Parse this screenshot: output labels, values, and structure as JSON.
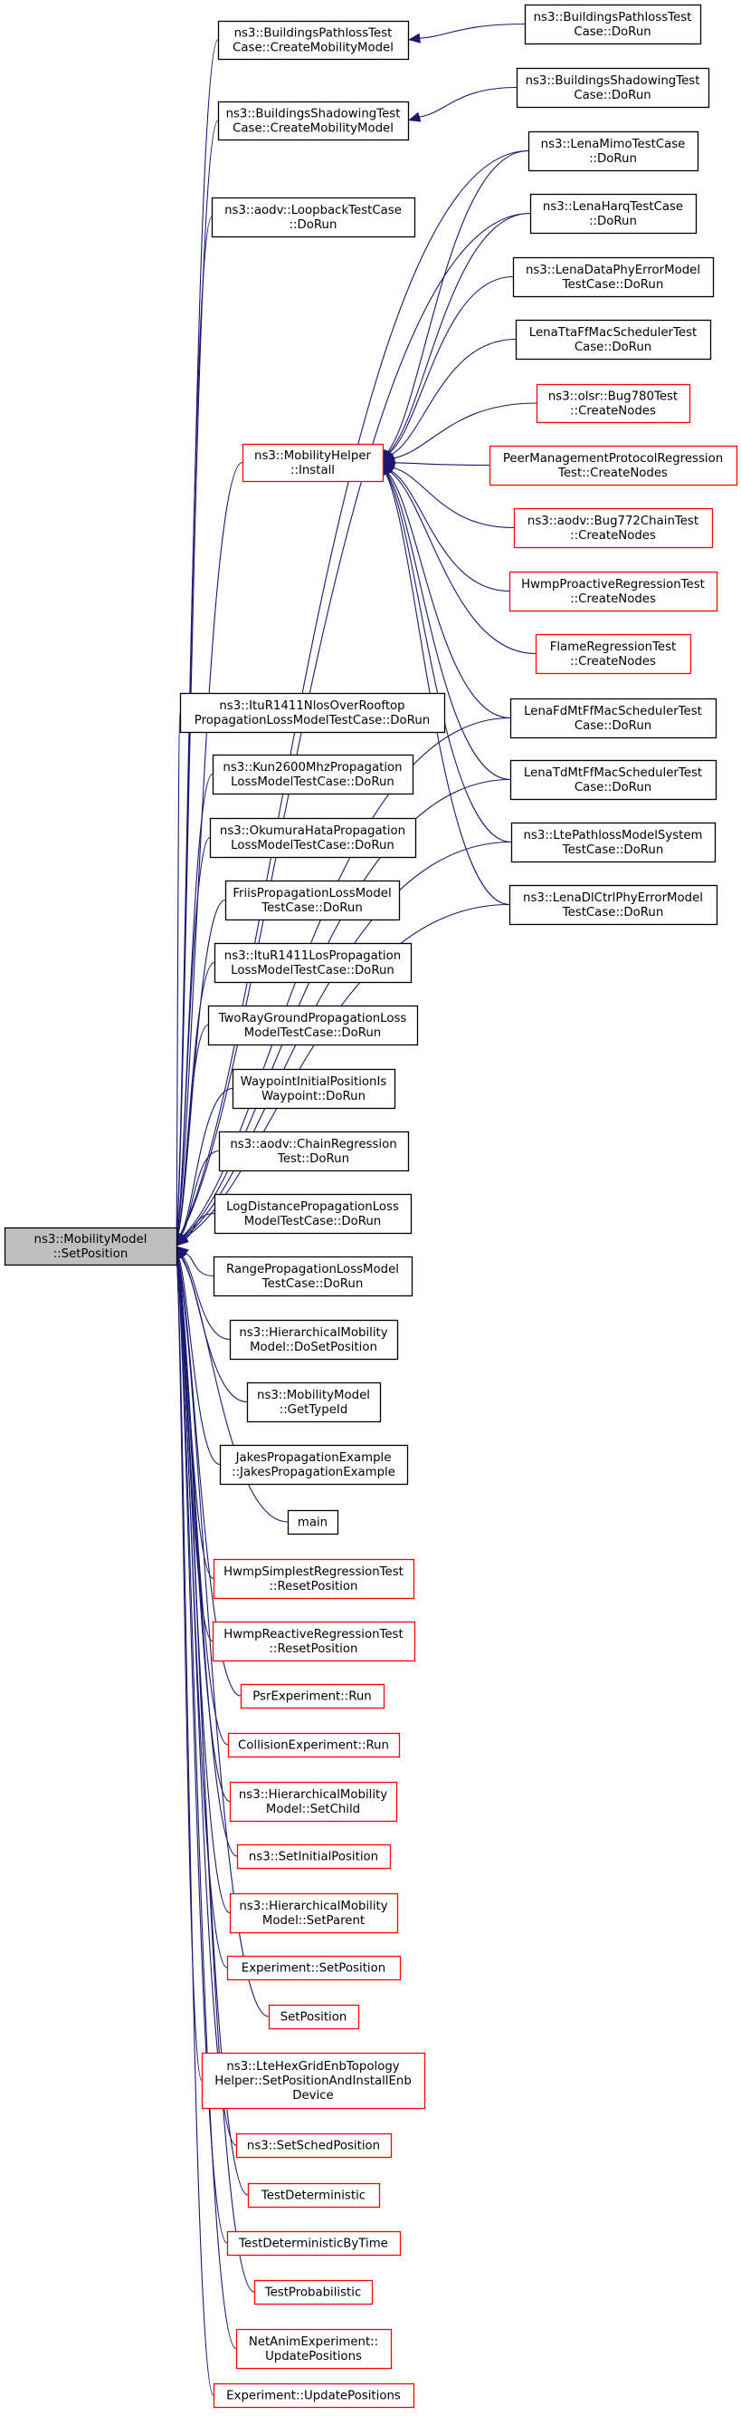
{
  "colors": {
    "edge": "#191970",
    "border_black": "#000000",
    "border_red": "#ff0000",
    "text": "#000000",
    "focus_fill": "#bfbfbf",
    "fill": "#ffffff"
  },
  "nodes": {
    "root": {
      "lines": [
        "ns3::MobilityModel",
        "::SetPosition"
      ],
      "style": "focus"
    },
    "helper": {
      "lines": [
        "ns3::MobilityHelper",
        "::Install"
      ],
      "style": "red"
    },
    "bpc": {
      "lines": [
        "ns3::BuildingsPathlossTest",
        "Case::CreateMobilityModel"
      ],
      "style": "black"
    },
    "bsc": {
      "lines": [
        "ns3::BuildingsShadowingTest",
        "Case::CreateMobilityModel"
      ],
      "style": "black"
    },
    "bpd": {
      "lines": [
        "ns3::BuildingsPathlossTest",
        "Case::DoRun"
      ],
      "style": "black"
    },
    "bsd": {
      "lines": [
        "ns3::BuildingsShadowingTest",
        "Case::DoRun"
      ],
      "style": "black"
    },
    "loop": {
      "lines": [
        "ns3::aodv::LoopbackTestCase",
        "::DoRun"
      ],
      "style": "black"
    },
    "mimo": {
      "lines": [
        "ns3::LenaMimoTestCase",
        "::DoRun"
      ],
      "style": "black"
    },
    "harq": {
      "lines": [
        "ns3::LenaHarqTestCase",
        "::DoRun"
      ],
      "style": "black"
    },
    "dataphy": {
      "lines": [
        "ns3::LenaDataPhyErrorModel",
        "TestCase::DoRun"
      ],
      "style": "black"
    },
    "tta": {
      "lines": [
        "LenaTtaFfMacSchedulerTest",
        "Case::DoRun"
      ],
      "style": "black"
    },
    "olsr": {
      "lines": [
        "ns3::olsr::Bug780Test",
        "::CreateNodes"
      ],
      "style": "red"
    },
    "peer": {
      "lines": [
        "PeerManagementProtocolRegression",
        "Test::CreateNodes"
      ],
      "style": "red"
    },
    "bug772": {
      "lines": [
        "ns3::aodv::Bug772ChainTest",
        "::CreateNodes"
      ],
      "style": "red"
    },
    "hwmpp": {
      "lines": [
        "HwmpProactiveRegressionTest",
        "::CreateNodes"
      ],
      "style": "red"
    },
    "flame": {
      "lines": [
        "FlameRegressionTest",
        "::CreateNodes"
      ],
      "style": "red"
    },
    "fdmt": {
      "lines": [
        "LenaFdMtFfMacSchedulerTest",
        "Case::DoRun"
      ],
      "style": "black"
    },
    "tdmt": {
      "lines": [
        "LenaTdMtFfMacSchedulerTest",
        "Case::DoRun"
      ],
      "style": "black"
    },
    "ltepath": {
      "lines": [
        "ns3::LtePathlossModelSystem",
        "TestCase::DoRun"
      ],
      "style": "black"
    },
    "dlctrl": {
      "lines": [
        "ns3::LenaDlCtrlPhyErrorModel",
        "TestCase::DoRun"
      ],
      "style": "black"
    },
    "itunlos": {
      "lines": [
        "ns3::ItuR1411NlosOverRooftop",
        "PropagationLossModelTestCase::DoRun"
      ],
      "style": "black"
    },
    "kun": {
      "lines": [
        "ns3::Kun2600MhzPropagation",
        "LossModelTestCase::DoRun"
      ],
      "style": "black"
    },
    "okumura": {
      "lines": [
        "ns3::OkumuraHataPropagation",
        "LossModelTestCase::DoRun"
      ],
      "style": "black"
    },
    "friis": {
      "lines": [
        "FriisPropagationLossModel",
        "TestCase::DoRun"
      ],
      "style": "black"
    },
    "itulos": {
      "lines": [
        "ns3::ItuR1411LosPropagation",
        "LossModelTestCase::DoRun"
      ],
      "style": "black"
    },
    "tworay": {
      "lines": [
        "TwoRayGroundPropagationLoss",
        "ModelTestCase::DoRun"
      ],
      "style": "black"
    },
    "waypoint": {
      "lines": [
        "WaypointInitialPositionIs",
        "Waypoint::DoRun"
      ],
      "style": "black"
    },
    "chain": {
      "lines": [
        "ns3::aodv::ChainRegression",
        "Test::DoRun"
      ],
      "style": "black"
    },
    "logdist": {
      "lines": [
        "LogDistancePropagationLoss",
        "ModelTestCase::DoRun"
      ],
      "style": "black"
    },
    "range": {
      "lines": [
        "RangePropagationLossModel",
        "TestCase::DoRun"
      ],
      "style": "black"
    },
    "hierdo": {
      "lines": [
        "ns3::HierarchicalMobility",
        "Model::DoSetPosition"
      ],
      "style": "black"
    },
    "gettype": {
      "lines": [
        "ns3::MobilityModel",
        "::GetTypeId"
      ],
      "style": "black"
    },
    "jakes": {
      "lines": [
        "JakesPropagationExample",
        "::JakesPropagationExample"
      ],
      "style": "black"
    },
    "main": {
      "lines": [
        "main"
      ],
      "style": "black"
    },
    "hwmps": {
      "lines": [
        "HwmpSimplestRegressionTest",
        "::ResetPosition"
      ],
      "style": "red"
    },
    "hwmpr": {
      "lines": [
        "HwmpReactiveRegressionTest",
        "::ResetPosition"
      ],
      "style": "red"
    },
    "psr": {
      "lines": [
        "PsrExperiment::Run"
      ],
      "style": "red"
    },
    "collision": {
      "lines": [
        "CollisionExperiment::Run"
      ],
      "style": "red"
    },
    "hierchild": {
      "lines": [
        "ns3::HierarchicalMobility",
        "Model::SetChild"
      ],
      "style": "red"
    },
    "initpos": {
      "lines": [
        "ns3::SetInitialPosition"
      ],
      "style": "red"
    },
    "hierparent": {
      "lines": [
        "ns3::HierarchicalMobility",
        "Model::SetParent"
      ],
      "style": "red"
    },
    "expset": {
      "lines": [
        "Experiment::SetPosition"
      ],
      "style": "red"
    },
    "setpos": {
      "lines": [
        "SetPosition"
      ],
      "style": "red"
    },
    "ltehex": {
      "lines": [
        "ns3::LteHexGridEnbTopology",
        "Helper::SetPositionAndInstallEnb",
        "Device"
      ],
      "style": "red"
    },
    "sched": {
      "lines": [
        "ns3::SetSchedPosition"
      ],
      "style": "red"
    },
    "testdet": {
      "lines": [
        "TestDeterministic"
      ],
      "style": "red"
    },
    "testdett": {
      "lines": [
        "TestDeterministicByTime"
      ],
      "style": "red"
    },
    "testprob": {
      "lines": [
        "TestProbabilistic"
      ],
      "style": "red"
    },
    "netanim": {
      "lines": [
        "NetAnimExperiment::",
        "UpdatePositions"
      ],
      "style": "red"
    },
    "expupd": {
      "lines": [
        "Experiment::UpdatePositions"
      ],
      "style": "red"
    }
  },
  "edges": [
    [
      "bpd",
      "bpc"
    ],
    [
      "bsd",
      "bsc"
    ],
    [
      "mimo",
      "helper"
    ],
    [
      "harq",
      "helper"
    ],
    [
      "dataphy",
      "helper"
    ],
    [
      "tta",
      "helper"
    ],
    [
      "olsr",
      "helper"
    ],
    [
      "peer",
      "helper"
    ],
    [
      "bug772",
      "helper"
    ],
    [
      "hwmpp",
      "helper"
    ],
    [
      "flame",
      "helper"
    ],
    [
      "fdmt",
      "helper"
    ],
    [
      "tdmt",
      "helper"
    ],
    [
      "ltepath",
      "helper"
    ],
    [
      "dlctrl",
      "helper"
    ],
    [
      "bpc",
      "root"
    ],
    [
      "bsc",
      "root"
    ],
    [
      "loop",
      "root"
    ],
    [
      "mimo",
      "root"
    ],
    [
      "harq",
      "root"
    ],
    [
      "helper",
      "root"
    ],
    [
      "fdmt",
      "root"
    ],
    [
      "tdmt",
      "root"
    ],
    [
      "ltepath",
      "root"
    ],
    [
      "dlctrl",
      "root"
    ],
    [
      "itunlos",
      "root"
    ],
    [
      "kun",
      "root"
    ],
    [
      "okumura",
      "root"
    ],
    [
      "friis",
      "root"
    ],
    [
      "itulos",
      "root"
    ],
    [
      "tworay",
      "root"
    ],
    [
      "waypoint",
      "root"
    ],
    [
      "chain",
      "root"
    ],
    [
      "logdist",
      "root"
    ],
    [
      "range",
      "root"
    ],
    [
      "hierdo",
      "root"
    ],
    [
      "gettype",
      "root"
    ],
    [
      "jakes",
      "root"
    ],
    [
      "main",
      "root"
    ],
    [
      "hwmps",
      "root"
    ],
    [
      "hwmpr",
      "root"
    ],
    [
      "psr",
      "root"
    ],
    [
      "collision",
      "root"
    ],
    [
      "hierchild",
      "root"
    ],
    [
      "initpos",
      "root"
    ],
    [
      "hierparent",
      "root"
    ],
    [
      "expset",
      "root"
    ],
    [
      "setpos",
      "root"
    ],
    [
      "ltehex",
      "root"
    ],
    [
      "sched",
      "root"
    ],
    [
      "testdet",
      "root"
    ],
    [
      "testdett",
      "root"
    ],
    [
      "testprob",
      "root"
    ],
    [
      "netanim",
      "root"
    ],
    [
      "expupd",
      "root"
    ]
  ]
}
